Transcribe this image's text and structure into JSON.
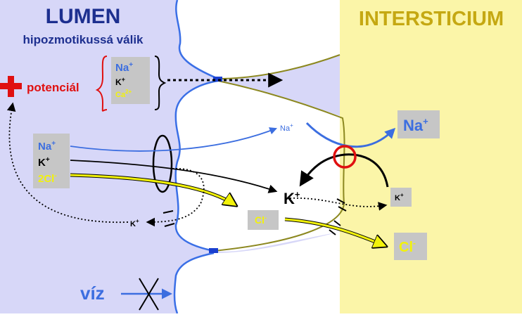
{
  "regions": {
    "lumen_title": "LUMEN",
    "lumen_subtitle": "hipozmotikussá válik",
    "interstitium_title": "INTERSTICIUM"
  },
  "potential": {
    "sign": "+",
    "label": "potenciál"
  },
  "paracellular_box": {
    "na": "Na",
    "k": "K",
    "ca": "Ca",
    "na_charge": "+",
    "k_charge": "+",
    "ca_charge": "2+"
  },
  "cotransporter_box": {
    "na": "Na",
    "k": "K",
    "cl": "2Cl",
    "na_charge": "+",
    "k_charge": "+",
    "cl_charge": "-"
  },
  "intracellular": {
    "na": "Na",
    "na_charge": "+",
    "k": "K",
    "k_charge": "+",
    "cl": "Cl",
    "cl_charge": "-"
  },
  "apical_k_channel": {
    "ion": "K",
    "charge": "+"
  },
  "basolateral": {
    "na": "Na",
    "na_charge": "+",
    "k": "K",
    "k_charge": "+",
    "cl": "Cl",
    "cl_charge": "-"
  },
  "water": {
    "label": "víz"
  },
  "colors": {
    "lumen_bg": "#d7d7f8",
    "interstitium_bg": "#fbf5a8",
    "title_blue": "#1d2f8f",
    "title_gold": "#c5a812",
    "membrane_blue": "#3a6fe6",
    "basolateral_line": "#8c8820",
    "na_blue": "#3c6ee0",
    "cl_yellow": "#f2f20a",
    "red": "#e01010",
    "box_gray": "#c6c6c6"
  }
}
